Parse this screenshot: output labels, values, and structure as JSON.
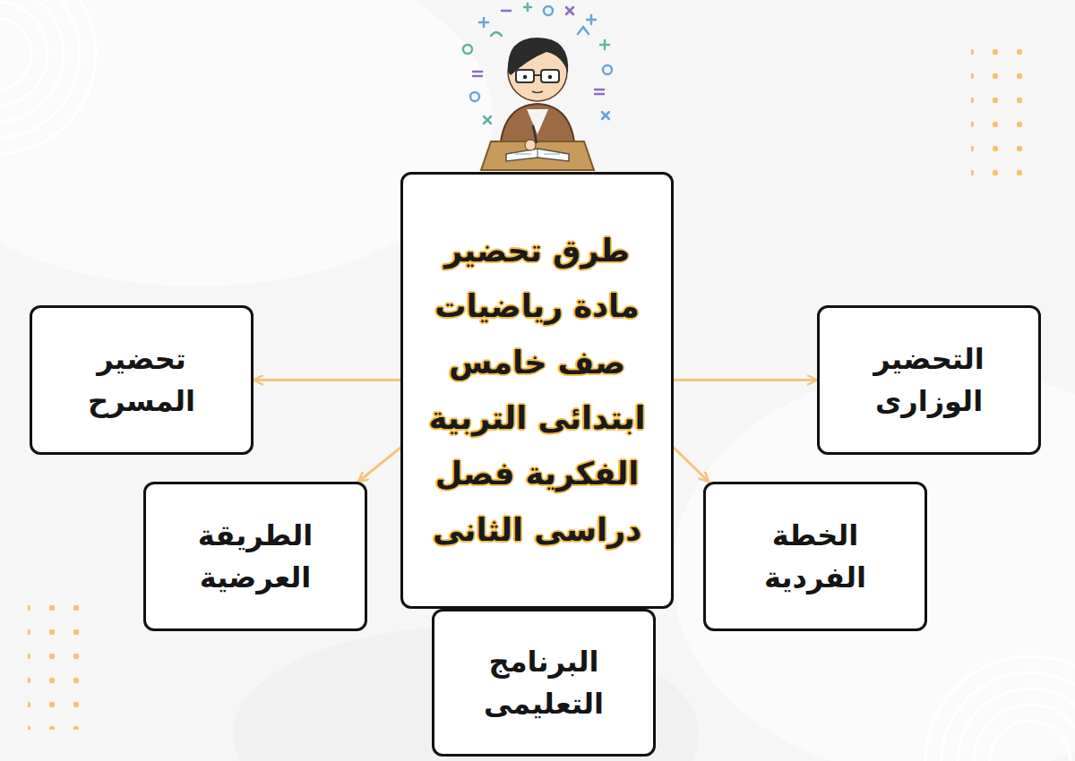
{
  "diagram": {
    "nodes": [
      {
        "text": [
          "طرق تحضير مادة رياضيات صف خامس ابتدائى التربية الفكرية فصل دراسى الثانى"
        ]
      },
      {
        "text": [
          "التحضير الوزارى"
        ]
      },
      {
        "text": [
          "تحضير المسرح"
        ]
      },
      {
        "text": [
          "الخطة الفردية"
        ]
      },
      {
        "text": [
          "الطريقة العرضية"
        ]
      },
      {
        "text": [
          "البرنامج التعليمى"
        ]
      }
    ],
    "edges": [
      {
        "from": 0,
        "to": 1,
        "arrow": "to"
      },
      {
        "from": 0,
        "to": 2,
        "arrow": "to"
      },
      {
        "from": 0,
        "to": 3,
        "arrow": "to"
      },
      {
        "from": 0,
        "to": 4,
        "arrow": "to"
      }
    ]
  }
}
